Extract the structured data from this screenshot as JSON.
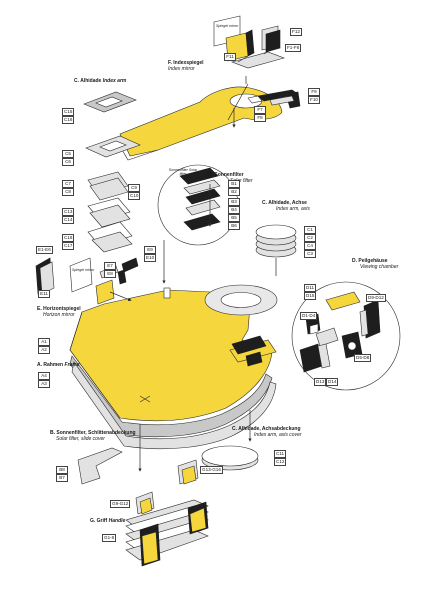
{
  "callouts": {
    "indexspiegel": {
      "title": "F. Indexspiegel",
      "sub": "Index mirror"
    },
    "alhidade_arm": {
      "title": "C. Alhidade",
      "sub": "Index arm",
      "inline": true
    },
    "sonnenfilter": {
      "title": "B. Sonnenfilter",
      "sub": "Solar filter"
    },
    "alhidade_achse": {
      "title": "C. Alhidade, Achse",
      "sub": "Index arm, axis"
    },
    "peilgehaeuse": {
      "title": "D. Peilgehäuse",
      "sub": "Viewing chamber"
    },
    "horizontspiegel": {
      "title": "E. Horizontspiegel",
      "sub": "Horizon mirror"
    },
    "rahmen": {
      "title": "A. Rahmen",
      "sub": "Frame",
      "inline": true
    },
    "achsabdeckung": {
      "title": "C. Alhidade, Achsabdeckung",
      "sub": "Index arm, axis cover"
    },
    "schlittenabdeckung": {
      "title": "B. Sonnenfilter, Schlittenabdeckung",
      "sub": "Solar filter, slide cover"
    },
    "griff": {
      "title": "G. Griff",
      "sub": "Handle",
      "inline": true
    }
  },
  "tiny_labels": {
    "index_mirror_strip": "Spiegel mirror",
    "horizon_mirror_strip": "Spiegel mirror",
    "solar_filter_strip": "Sonnenfilter Solar filter"
  },
  "tags": {
    "f12": "F12",
    "f1f6": "F1-F6",
    "f11": "F11",
    "f9": "F9",
    "f10": "F10",
    "f7": "F7",
    "f8": "F8",
    "c15": "C15",
    "c16": "C16",
    "c5": "C5",
    "c6": "C6",
    "c7": "C7",
    "c8": "C8",
    "c9": "C9",
    "c10": "C10",
    "c13": "C13",
    "c14": "C14",
    "c18": "C18",
    "c17": "C17",
    "b1": "B1",
    "b2": "B2",
    "b3": "B3",
    "b4": "B4",
    "b5": "B5",
    "b6": "B6",
    "cc1": "C1",
    "cc2": "C2",
    "cc4": "C4",
    "cc3": "C3",
    "e1e6": "E1-E6",
    "e11": "E11",
    "e9": "E9",
    "e10": "E10",
    "e7": "E7",
    "e8": "E8",
    "d11": "D11",
    "d15": "D15",
    "d9d12": "D9-D12",
    "d1d4": "D1-D4",
    "d5d8": "D5-D8",
    "d13": "D13",
    "d14": "D14",
    "a1": "A1",
    "a2": "A2",
    "a4": "A4",
    "a3": "A3",
    "c11": "C11",
    "c12": "C12",
    "b8": "B8",
    "b7": "B7",
    "g13g16": "G13-G16",
    "g9g12": "G9-G12",
    "g1g8": "G1-8"
  },
  "colors": {
    "yellow": "#f5d63c",
    "grey": "#c8c8c8",
    "dark": "#1e1e1e",
    "line": "#2a2a2a",
    "white": "#ffffff"
  }
}
